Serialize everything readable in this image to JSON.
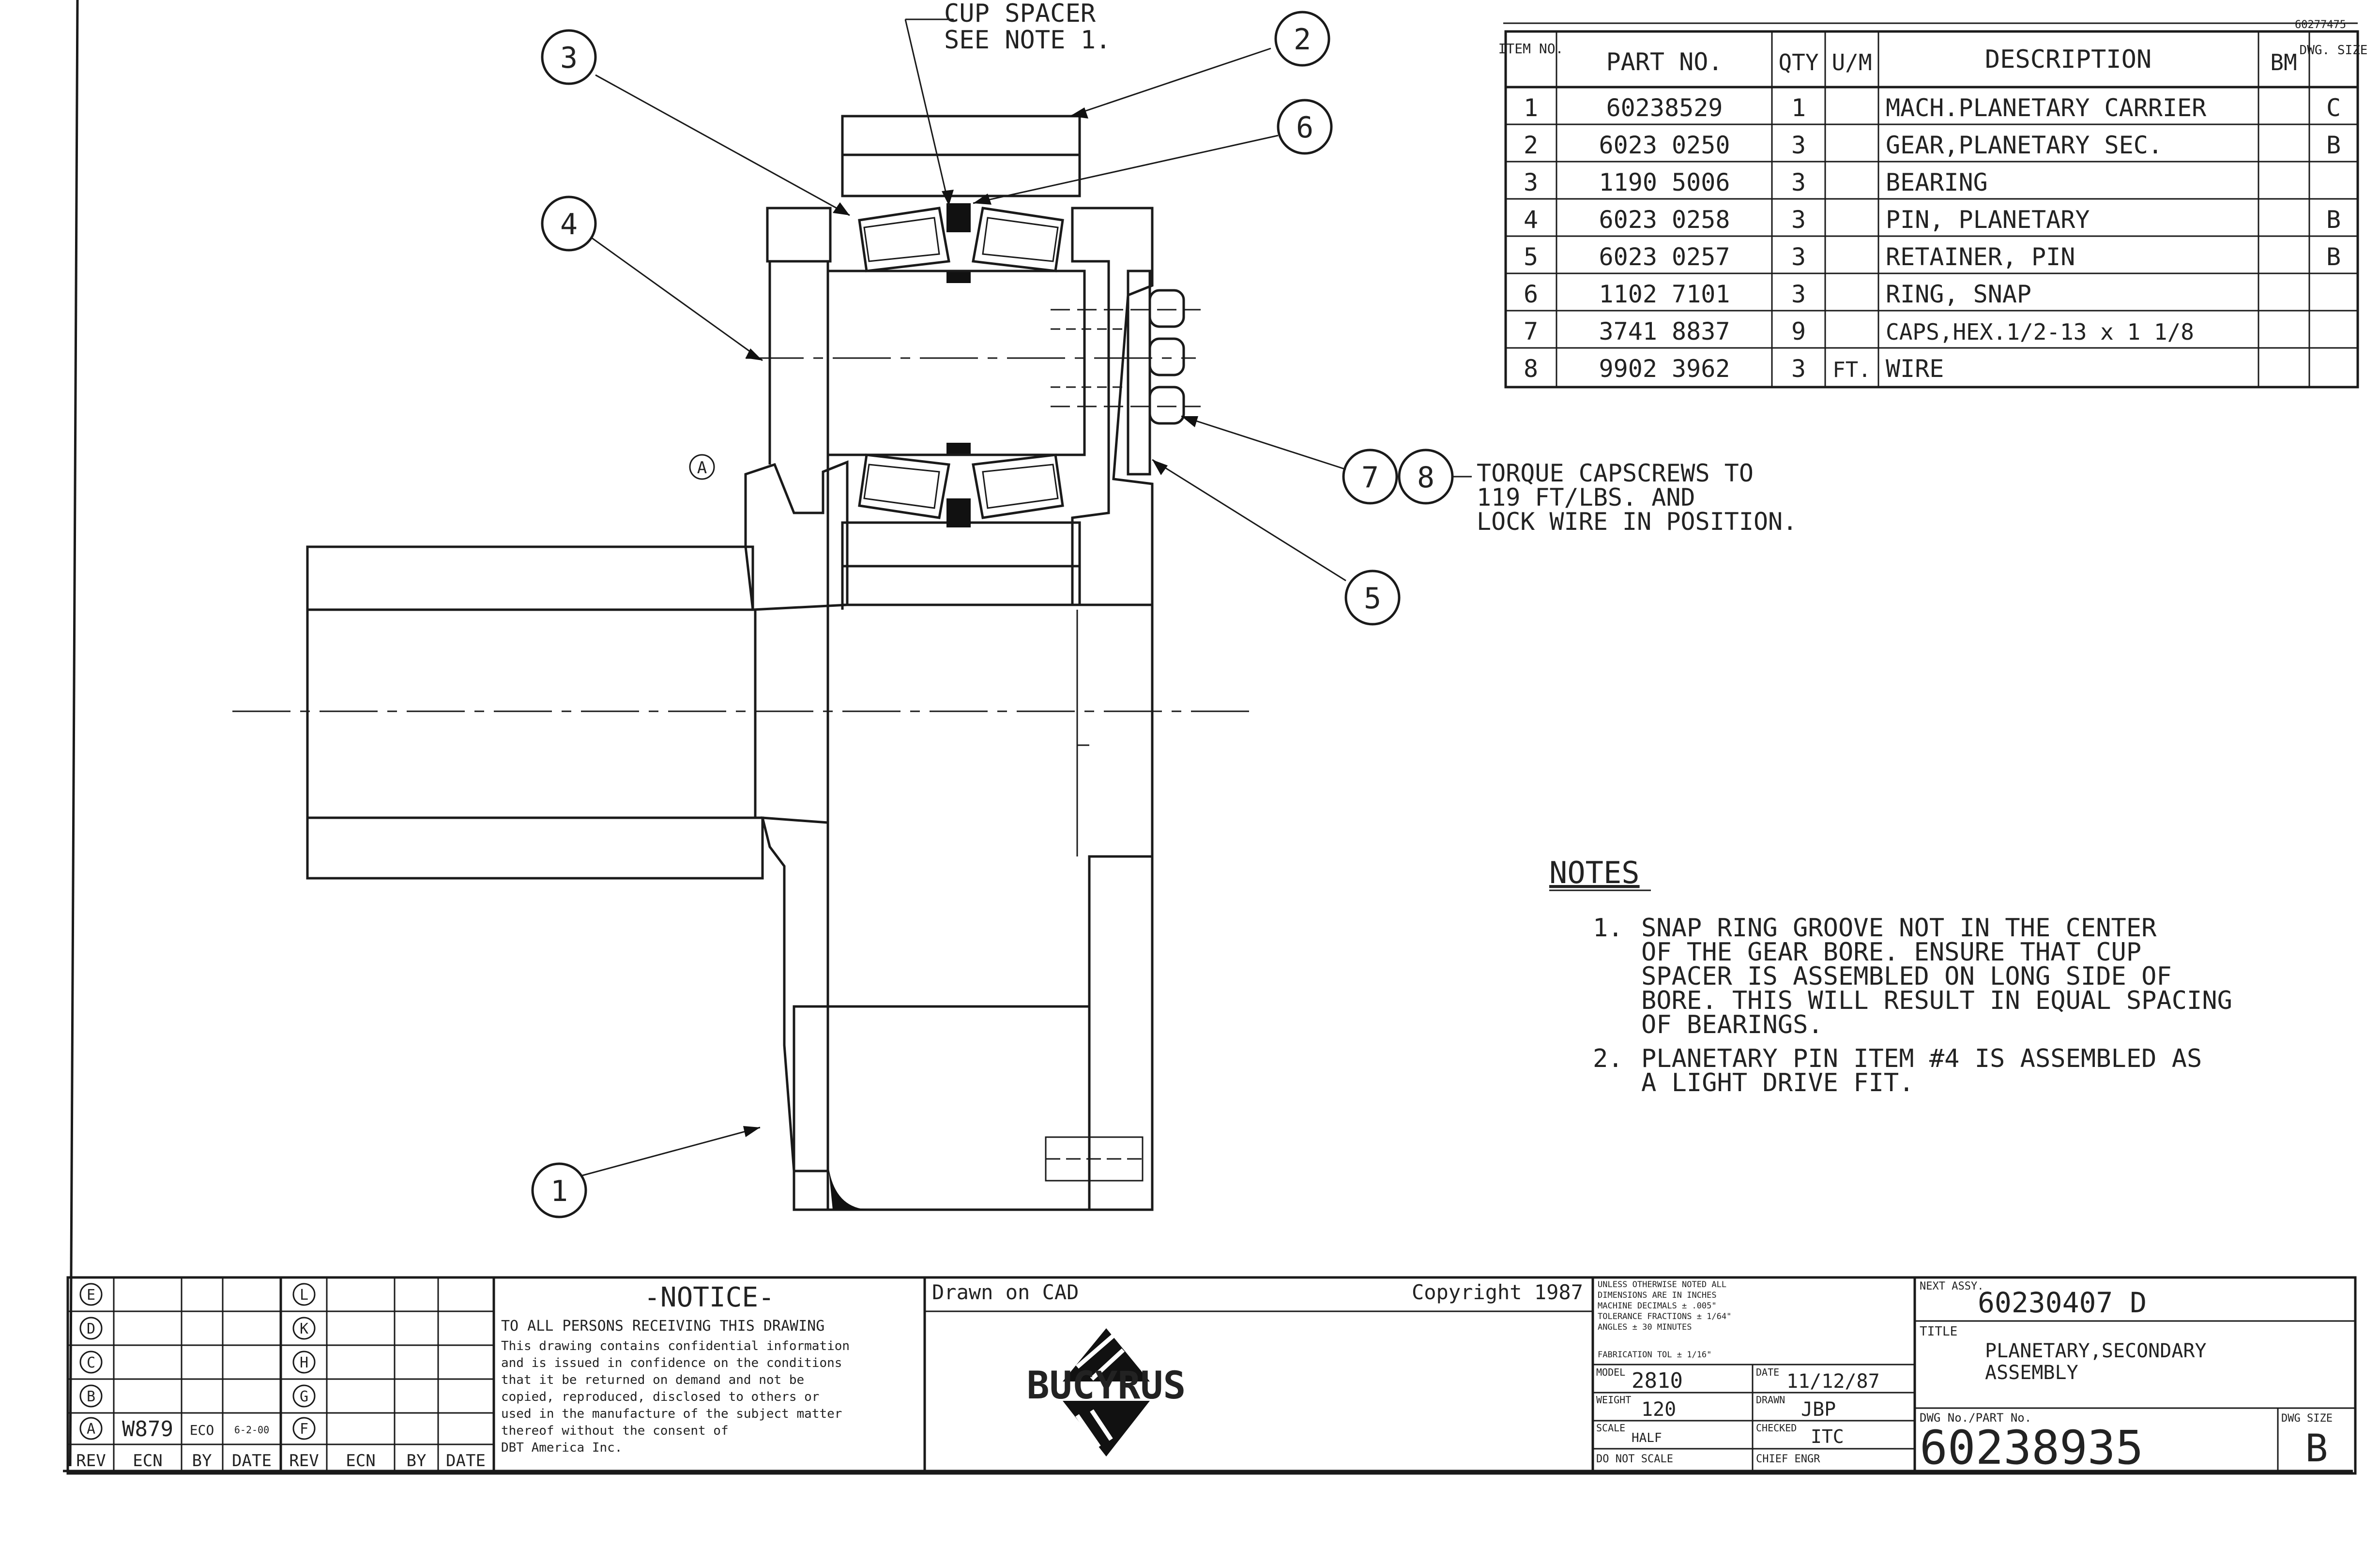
{
  "callouts": {
    "cup_spacer_line1": "CUP SPACER",
    "cup_spacer_line2": "SEE NOTE 1.",
    "torque_line1": "TORQUE CAPSCREWS TO",
    "torque_line2": "119 FT/LBS. AND",
    "torque_line3": "LOCK WIRE IN POSITION.",
    "balloons": [
      "1",
      "2",
      "3",
      "4",
      "5",
      "6",
      "7",
      "8"
    ],
    "datum": "A"
  },
  "bom": {
    "sheet_ref": "60277475",
    "headers": {
      "item_no": "ITEM NO.",
      "part_no": "PART NO.",
      "qty": "QTY",
      "um": "U/M",
      "description": "DESCRIPTION",
      "bm": "BM",
      "dwg_size": "DWG. SIZE"
    },
    "rows": [
      {
        "item": "1",
        "part": "60238529",
        "qty": "1",
        "um": "",
        "desc": "MACH.PLANETARY CARRIER",
        "bm": "",
        "size": "C"
      },
      {
        "item": "2",
        "part": "6023 0250",
        "qty": "3",
        "um": "",
        "desc": "GEAR,PLANETARY SEC.",
        "bm": "",
        "size": "B"
      },
      {
        "item": "3",
        "part": "1190 5006",
        "qty": "3",
        "um": "",
        "desc": "BEARING",
        "bm": "",
        "size": ""
      },
      {
        "item": "4",
        "part": "6023 0258",
        "qty": "3",
        "um": "",
        "desc": "PIN, PLANETARY",
        "bm": "",
        "size": "B"
      },
      {
        "item": "5",
        "part": "6023 0257",
        "qty": "3",
        "um": "",
        "desc": "RETAINER, PIN",
        "bm": "",
        "size": "B"
      },
      {
        "item": "6",
        "part": "1102 7101",
        "qty": "3",
        "um": "",
        "desc": "RING, SNAP",
        "bm": "",
        "size": ""
      },
      {
        "item": "7",
        "part": "3741 8837",
        "qty": "9",
        "um": "",
        "desc": "CAPS,HEX.1/2-13 x 1 1/8",
        "bm": "",
        "size": ""
      },
      {
        "item": "8",
        "part": "9902 3962",
        "qty": "3",
        "um": "FT.",
        "desc": "WIRE",
        "bm": "",
        "size": ""
      }
    ]
  },
  "notes": {
    "title": "NOTES",
    "items": [
      {
        "num": "1.",
        "lines": [
          "SNAP RING GROOVE NOT IN THE CENTER",
          "OF THE GEAR BORE. ENSURE THAT CUP",
          "SPACER IS ASSEMBLED ON LONG SIDE OF",
          "BORE. THIS WILL RESULT IN EQUAL SPACING",
          "OF BEARINGS."
        ]
      },
      {
        "num": "2.",
        "lines": [
          "PLANETARY PIN ITEM #4 IS ASSEMBLED AS",
          "A LIGHT DRIVE FIT."
        ]
      }
    ]
  },
  "revisions": {
    "left_letters": [
      "E",
      "D",
      "C",
      "B",
      "A"
    ],
    "right_letters": [
      "L",
      "K",
      "H",
      "G",
      "F"
    ],
    "row_a": {
      "ecn": "W879",
      "by": "ECO",
      "date": "6-2-00"
    },
    "headers": [
      "REV",
      "ECN",
      "BY",
      "DATE",
      "REV",
      "ECN",
      "BY",
      "DATE"
    ]
  },
  "notice": {
    "title": "-NOTICE-",
    "line1": "TO ALL PERSONS RECEIVING THIS DRAWING",
    "body": [
      "This drawing contains confidential information",
      "and is issued in confidence on the conditions",
      "that it be returned on demand and not be",
      "copied, reproduced, disclosed to others or",
      "used in the manufacture of the subject matter",
      "thereof without the consent of",
      "DBT America Inc."
    ]
  },
  "company": {
    "drawn_on": "Drawn on CAD",
    "copyright": "Copyright 1987",
    "logo_text": "BUCYRUS"
  },
  "tolerance": {
    "lines": [
      "UNLESS OTHERWISE NOTED ALL",
      "DIMENSIONS ARE IN INCHES",
      "MACHINE    DECIMALS ± .005\"",
      "TOLERANCE  FRACTIONS ± 1/64\"",
      "           ANGLES ± 30 MINUTES",
      "FABRICATION TOL ± 1/16\""
    ]
  },
  "title_block": {
    "model_label": "MODEL",
    "model_value": "2810",
    "date_label": "DATE",
    "date_value": "11/12/87",
    "weight_label": "WEIGHT",
    "weight_value": "120",
    "drawn_label": "DRAWN",
    "drawn_value": "JBP",
    "scale_label": "SCALE",
    "scale_value": "HALF",
    "checked_label": "CHECKED",
    "checked_value": "ITC",
    "do_not_scale": "DO NOT SCALE",
    "chief_engr": "CHIEF ENGR",
    "next_assy_label": "NEXT ASSY.",
    "next_assy_value": "60230407 D",
    "title_label": "TITLE",
    "title_line1": "PLANETARY,SECONDARY",
    "title_line2": "ASSEMBLY",
    "dwg_no_label": "DWG No./PART No.",
    "dwg_no_value": "60238935",
    "dwg_size_label": "DWG SIZE",
    "dwg_size_value": "B"
  }
}
